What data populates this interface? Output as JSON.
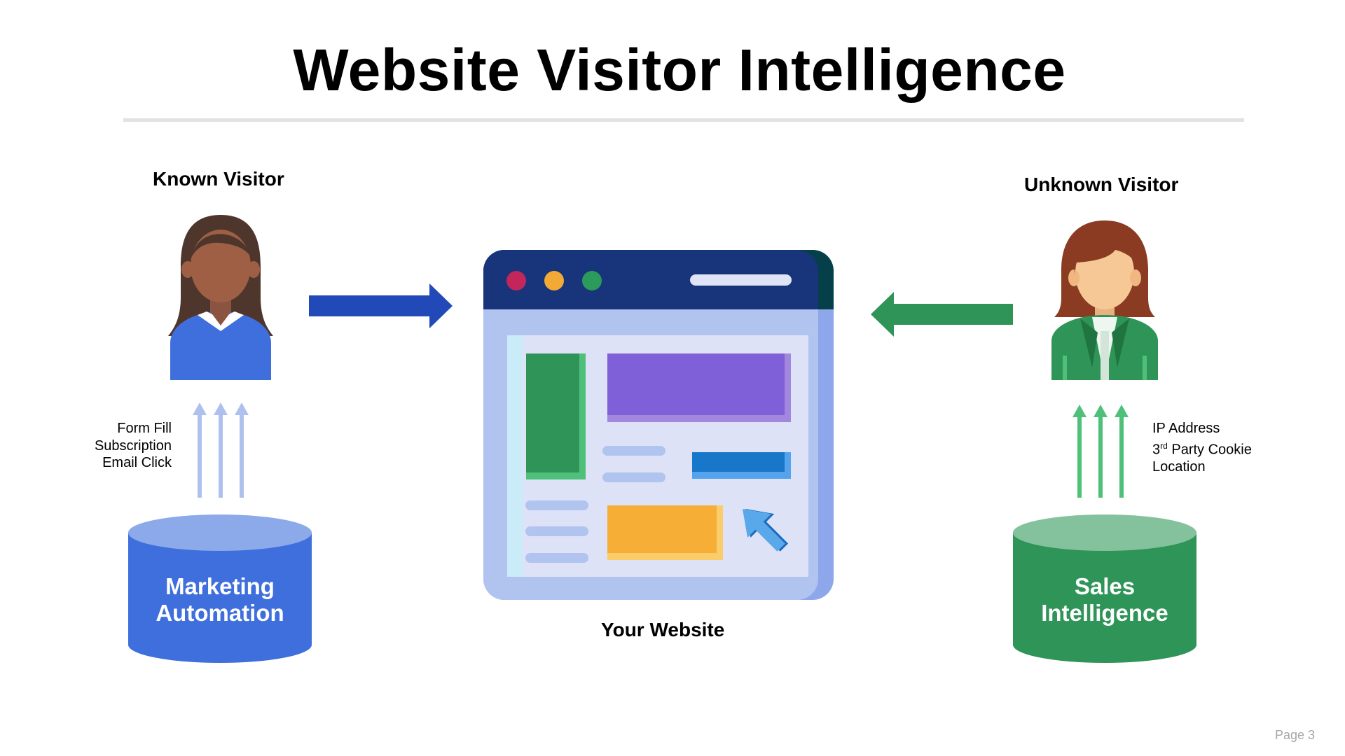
{
  "title": "Website Visitor Intelligence",
  "known_visitor": {
    "label": "Known Visitor",
    "signals": [
      "Form Fill",
      "Subscription",
      "Email Click"
    ],
    "source": {
      "line1": "Marketing",
      "line2": "Automation"
    }
  },
  "unknown_visitor": {
    "label": "Unknown Visitor",
    "signals": [
      "IP Address",
      "3",
      "rd",
      " Party Cookie",
      "Location"
    ],
    "source": {
      "line1": "Sales",
      "line2": "Intelligence"
    }
  },
  "website": {
    "label": "Your Website"
  },
  "footer": {
    "page": "Page 3"
  },
  "colors": {
    "known_blue": "#3f6fdd",
    "arrow_blue": "#2249b8",
    "arrow_green": "#2f9457",
    "unknown_green": "#2f9457",
    "browser_bar": "#18347a"
  }
}
